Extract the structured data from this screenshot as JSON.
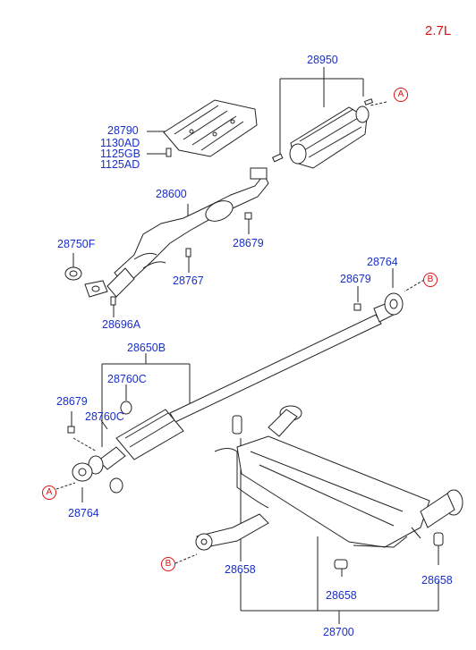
{
  "engine": "2.7L",
  "refs": {
    "a": "A",
    "b": "B"
  },
  "labels": {
    "p28950": "28950",
    "p28790": "28790",
    "p1130AD": "1130AD",
    "p1125GB": "1125GB",
    "p1125AD": "1125AD",
    "p28600": "28600",
    "p28679_top": "28679",
    "p28750F": "28750F",
    "p28767": "28767",
    "p28696A": "28696A",
    "p28764_right": "28764",
    "p28679_right": "28679",
    "p28650B": "28650B",
    "p28760C_a": "28760C",
    "p28679_left": "28679",
    "p28760C_b": "28760C",
    "p28764_left": "28764",
    "p28658_a": "28658",
    "p28658_b": "28658",
    "p28658_c": "28658",
    "p28700": "28700"
  }
}
